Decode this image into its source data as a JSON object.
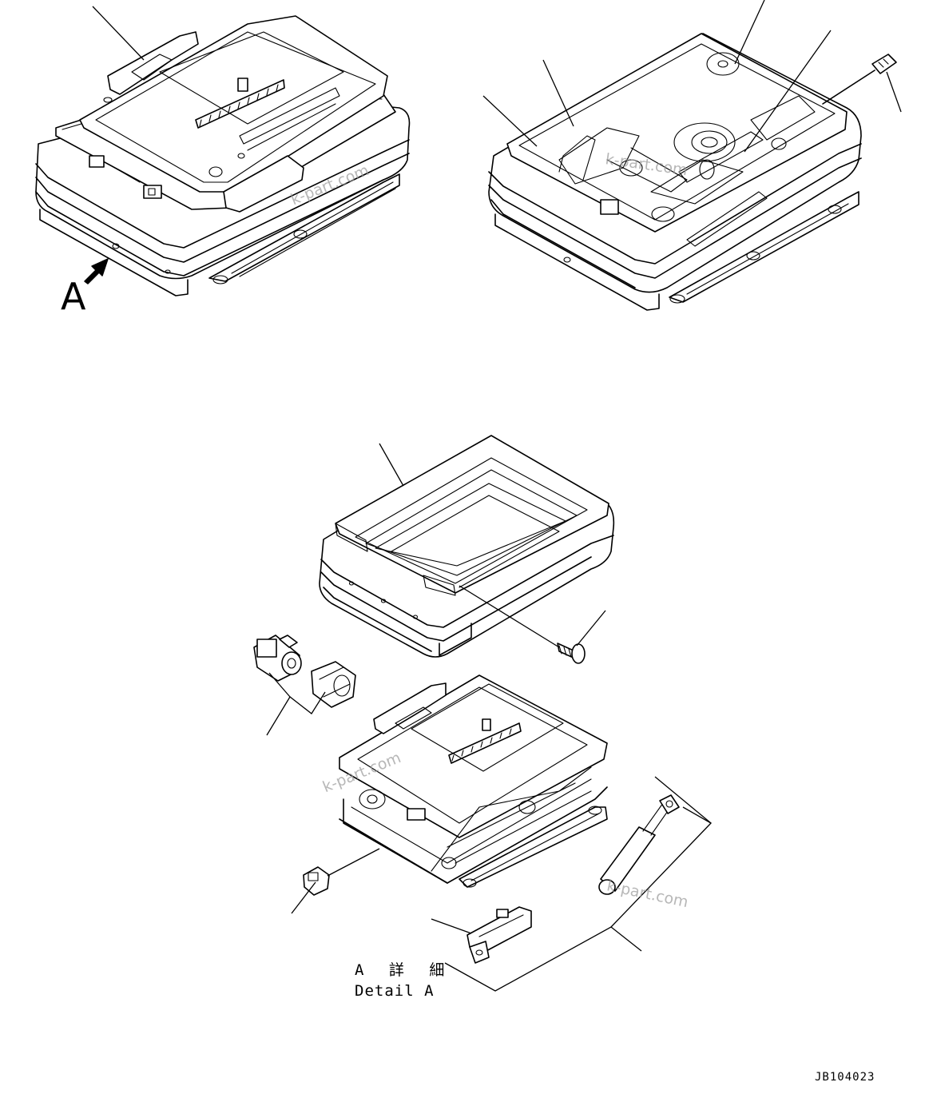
{
  "labels": {
    "view_arrow": "A",
    "detail_jp": "A 詳 細",
    "detail_en": "Detail A",
    "drawing_code": "JB104023"
  },
  "watermark": "k-part.com",
  "colors": {
    "line": "#000000",
    "background": "#ffffff",
    "watermark": "#9a9a9a"
  }
}
